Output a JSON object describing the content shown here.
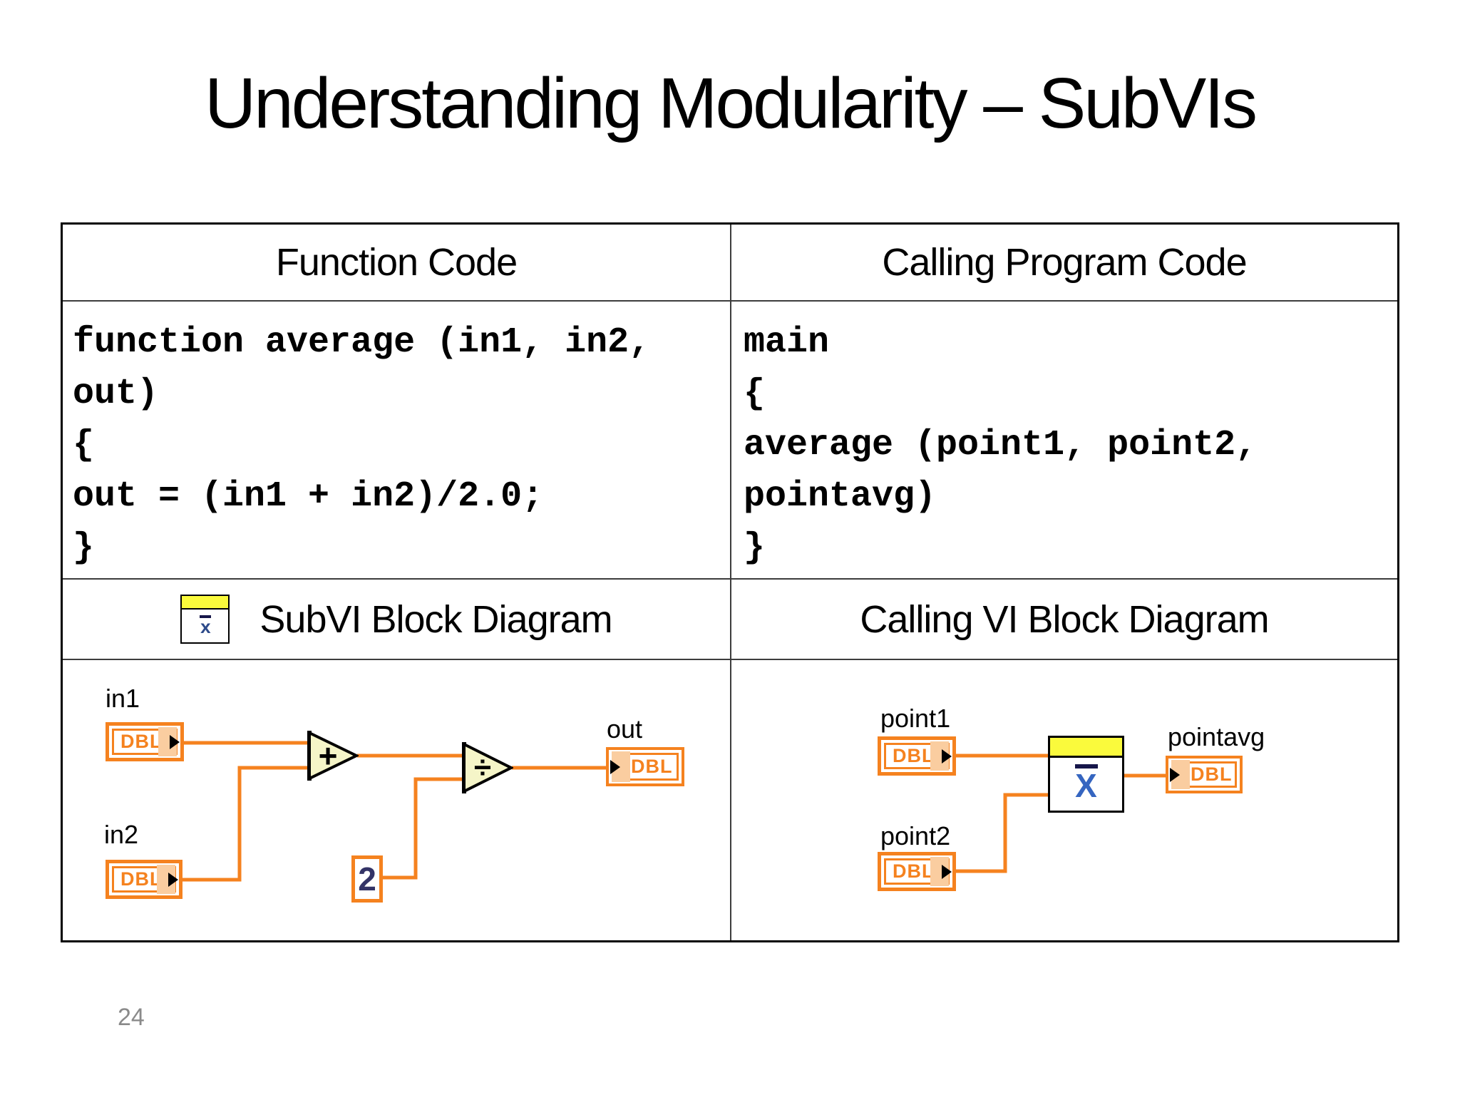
{
  "slide": {
    "title": "Understanding Modularity – SubVIs",
    "page_number": "24"
  },
  "table": {
    "col1_header": "Function Code",
    "col2_header": "Calling Program Code",
    "function_code_lines": [
      "function average (in1, in2,",
      "out)",
      "{",
      "out = (in1 + in2)/2.0;",
      "}"
    ],
    "calling_code_lines": [
      "main",
      "{",
      "average (point1, point2,",
      "pointavg)",
      "}"
    ],
    "subvi_diagram_header": "SubVI Block Diagram",
    "calling_diagram_header": "Calling VI Block Diagram"
  },
  "terminals": {
    "dbl_label": "DBL"
  },
  "icons": {
    "mean_symbol": "x",
    "add_symbol": "+",
    "divide_symbol": "÷"
  },
  "subvi_diagram": {
    "in1_label": "in1",
    "in2_label": "in2",
    "out_label": "out",
    "constant_value": "2"
  },
  "calling_diagram": {
    "point1_label": "point1",
    "point2_label": "point2",
    "pointavg_label": "pointavg"
  },
  "colors": {
    "wire_orange": "#F5821F",
    "terminal_peach": "#FACDA0",
    "node_yellow": "#FAFA3C",
    "function_fill": "#F5F5C8",
    "mean_blue": "#3565C0",
    "page_number_gray": "#8A8A8A"
  }
}
